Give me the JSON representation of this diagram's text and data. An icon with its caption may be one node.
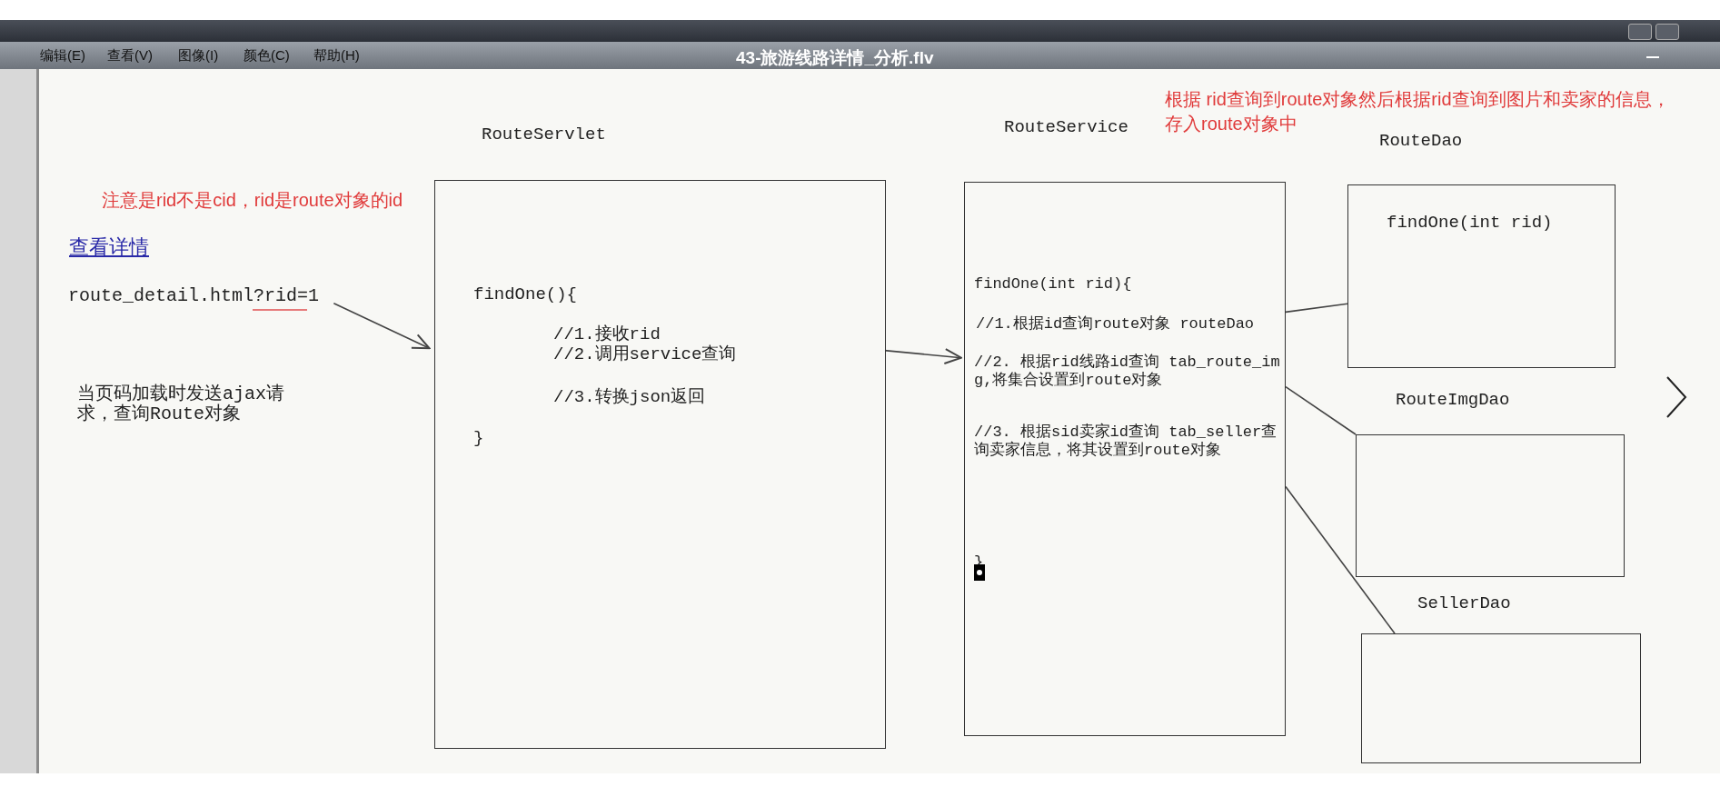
{
  "diagram": {
    "nodes": [
      {
        "text": [
          "route_detail.html?rid=1"
        ]
      },
      {
        "text": [
          "RouteServlet",
          "findOne(){",
          "//1.接收rid",
          "//2.调用service查询",
          "//3.转换json返回",
          "}"
        ]
      },
      {
        "text": [
          "RouteService",
          "findOne(int rid){",
          "//1.根据id查询route对象 routeDao",
          "//2. 根据rid线路id查询 tab_route_img,将集合设置到route对象",
          "//3. 根据sid卖家id查询 tab_seller查询卖家信息，将其设置到route对象",
          "}"
        ]
      },
      {
        "text": [
          "RouteDao",
          "findOne(int rid)"
        ]
      },
      {
        "text": [
          "RouteImgDao"
        ]
      },
      {
        "text": [
          "SellerDao"
        ]
      }
    ],
    "edges": [
      {
        "from": 0,
        "to": 1,
        "arrow": "to"
      },
      {
        "from": 1,
        "to": 2,
        "arrow": "to"
      },
      {
        "from": 2,
        "to": 3,
        "arrow": "none"
      },
      {
        "from": 2,
        "to": 4,
        "arrow": "none"
      },
      {
        "from": 2,
        "to": 5,
        "arrow": "none"
      }
    ],
    "labels": [
      "编辑(E)",
      "查看(V)",
      "图像(I)",
      "颜色(C)",
      "帮助(H)",
      "43-旅游线路详情_分析.flv",
      "根据 rid查询到route对象然后根据rid查询到图片和卖家的信息，存入route对象中",
      "注意是rid不是cid，rid是route对象的id",
      "查看详情",
      "当页码加载时发送ajax请求，查询Route对象"
    ]
  }
}
